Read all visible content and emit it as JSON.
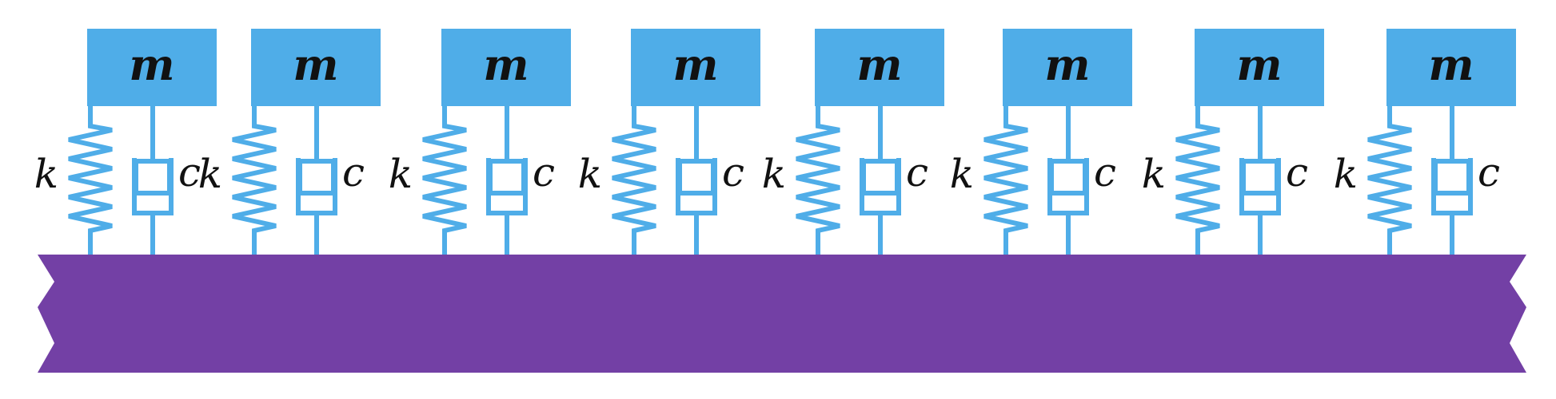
{
  "diagram": {
    "mass_label": "m",
    "spring_label": "k",
    "damper_label": "c",
    "unit_count": 8,
    "colors": {
      "mass": "#4fade8",
      "element": "#4fade8",
      "ground": "#7340a5",
      "text": "#111111"
    }
  }
}
